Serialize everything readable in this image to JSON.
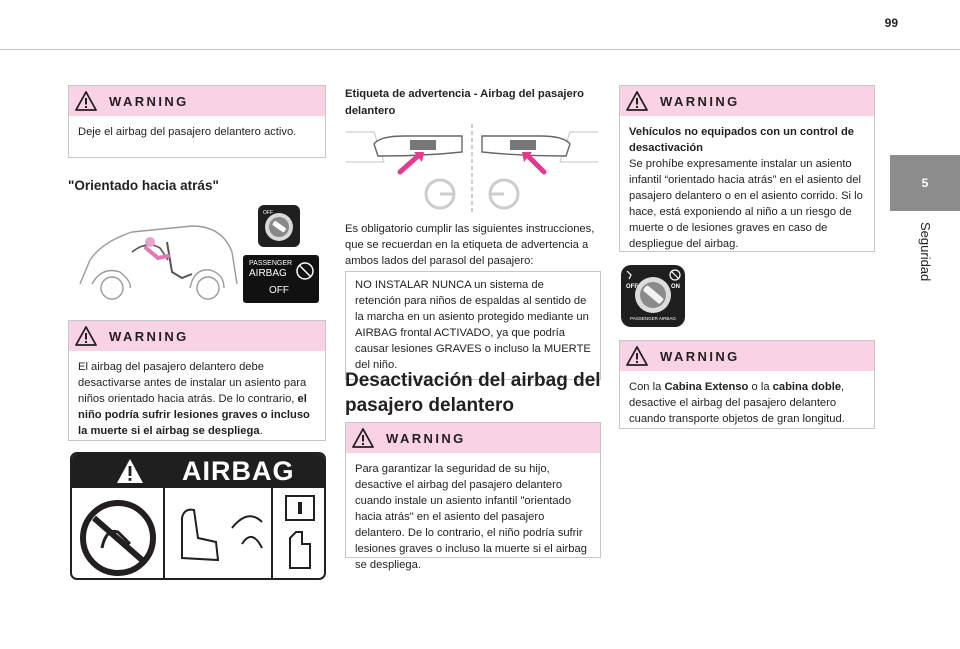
{
  "page": {
    "number": "99"
  },
  "side_tab": {
    "chapter_number": "5",
    "chapter_title": "Seguridad"
  },
  "warning_label": "WARNING",
  "colors": {
    "warning_band": "#fad2e6",
    "tab_gray": "#8c8c8c",
    "arrow_pink": "#e23a8c"
  },
  "col1": {
    "warning1": {
      "text": "Deje el airbag del pasajero delantero activo."
    },
    "heading": "\"Orientado hacia atrás\"",
    "figure_passenger_label": {
      "line1": "PASSENGER",
      "line2": "AIRBAG",
      "line3": "OFF"
    },
    "warning2": {
      "text_part1": "El airbag del pasajero delantero debe desactivarse antes de instalar un asiento para niños orientado hacia atrás. De lo contrario, ",
      "text_bold": "el niño podría sufrir lesiones graves o incluso la muerte si el airbag se despliega",
      "text_part2": "."
    },
    "airbag_sticker": {
      "title": "AIRBAG"
    }
  },
  "col2": {
    "label_heading": "Etiqueta de advertencia - Airbag del pasajero delantero",
    "paragraph": "Es obligatorio cumplir las siguientes instrucciones, que se recuerdan en la etiqueta de advertencia a ambos lados del parasol del pasajero:",
    "note": "NO INSTALAR NUNCA un sistema de retención para niños de espaldas al sentido de la marcha en un asiento protegido mediante un AIRBAG frontal ACTIVADO, ya que podría causar lesiones GRAVES o incluso la MUERTE del niño.",
    "section_heading": "Desactivación del airbag del pasajero delantero",
    "warning3": {
      "text": "Para garantizar la seguridad de su hijo, desactive el airbag del pasajero delantero cuando instale un asiento infantil \"orientado hacia atrás\" en el asiento del pasajero delantero. De lo contrario, el niño podría sufrir lesiones graves o incluso la muerte si el airbag se despliega."
    }
  },
  "col3": {
    "warning4": {
      "bold_title": "Vehículos no equipados con un control de desactivación",
      "text": "Se prohíbe expresamente instalar un asiento infantil “orientado hacia atrás” en el asiento del pasajero delantero o en el asiento corrido. Si lo hace, está exponiendo al niño a un riesgo de muerte o de lesiones graves en caso de despliegue del airbag."
    },
    "switch_figure": {
      "off": "OFF",
      "on": "ON",
      "ring_text": "PASSENGER AIRBAG"
    },
    "warning5": {
      "pre": "Con la ",
      "b1": "Cabina Extenso",
      "mid": " o la ",
      "b2": "cabina doble",
      "post": ", desactive el airbag del pasajero delantero cuando transporte objetos de gran longitud."
    }
  }
}
